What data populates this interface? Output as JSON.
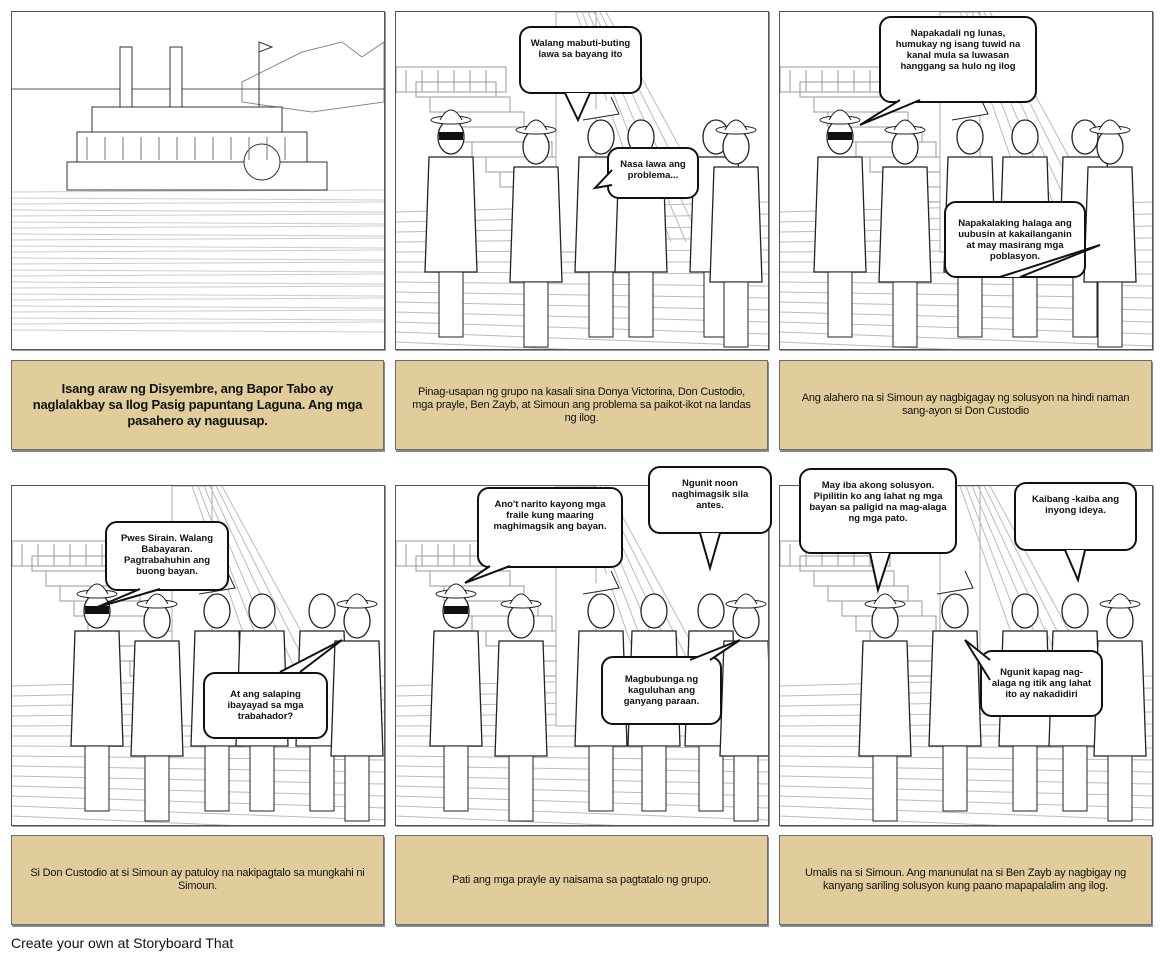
{
  "panels": [
    {
      "caption": "Isang araw ng Disyembre, ang Bapor Tabo ay naglalakbay sa Ilog Pasig papuntang Laguna. Ang mga pasahero ay naguusap.",
      "bubbles": []
    },
    {
      "caption": "Pinag-usapan ng grupo na kasali sina Donya Victorina, Don Custodio, mga prayle, Ben Zayb, at Simoun ang problema sa paikot-ikot na landas ng ilog.",
      "bubbles": [
        "Walang mabuti-buting lawa sa bayang ito",
        "Nasa lawa ang problema..."
      ]
    },
    {
      "caption": "Ang alahero na si Simoun ay nagbigagay ng solusyon na hindi naman sang-ayon si Don Custodio",
      "bubbles": [
        "Napakadali ng lunas, humukay ng isang tuwid na kanal mula sa luwasan hanggang sa hulo ng ilog",
        "Napakalaking halaga ang uubusin at kakailanganin at may masirang mga poblasyon."
      ]
    },
    {
      "caption": "Si Don Custodio at si Simoun ay patuloy na nakipagtalo sa mungkahi ni Simoun.",
      "bubbles": [
        "Pwes Sirain. Walang Babayaran. Pagtrabahuhin ang buong bayan.",
        "At ang salaping ibayayad sa mga trabahador?"
      ]
    },
    {
      "caption": "Pati ang mga prayle ay naisama sa pagtatalo ng grupo.",
      "bubbles": [
        "Ano't narito kayong mga fraile kung maaring maghimagsik ang bayan.",
        "Ngunit noon naghimagsik sila antes.",
        "Magbubunga ng kaguluhan ang ganyang paraan."
      ]
    },
    {
      "caption": "Umalis na si Simoun. Ang manunulat na si Ben Zayb ay nagbigay ng kanyang sariling solusyon kung paano mapapalalim ang ilog.",
      "bubbles": [
        "May iba akong solusyon. Pipilitin ko ang lahat ng mga bayan sa paligid na mag-alaga ng mga pato.",
        "Kaibang -kaiba ang inyong ideya.",
        "Ngunit kapag nag-alaga ng itik ang lahat ito ay nakadidiri"
      ]
    }
  ],
  "footer": "Create your own at Storyboard That",
  "colors": {
    "caption_bg": "#e1cd9c",
    "border": "#555555"
  }
}
